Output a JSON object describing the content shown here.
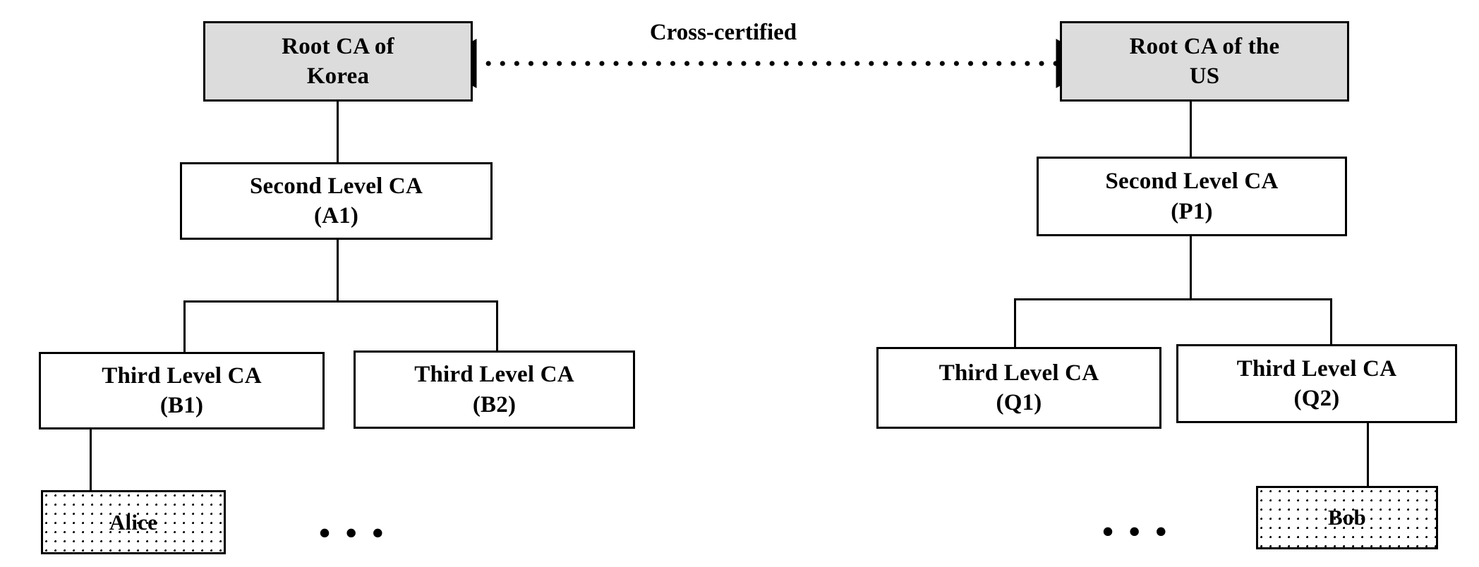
{
  "diagram": {
    "type": "hierarchy-tree",
    "title": "PKI cross-certification between two national root CA hierarchies",
    "colors": {
      "root_fill": "#dcdcdc",
      "node_fill": "#ffffff",
      "entity_fill_pattern": "stipple-dots",
      "stroke": "#000000",
      "background": "#ffffff"
    },
    "nodes": {
      "root_korea": {
        "line1": "Root CA of",
        "line2": "Korea"
      },
      "root_us": {
        "line1": "Root CA of the",
        "line2": "US"
      },
      "second_a1": {
        "line1": "Second Level CA",
        "line2": "(A1)"
      },
      "second_p1": {
        "line1": "Second Level CA",
        "line2": "(P1)"
      },
      "third_b1": {
        "line1": "Third Level CA",
        "line2": "(B1)"
      },
      "third_b2": {
        "line1": "Third Level CA",
        "line2": "(B2)"
      },
      "third_q1": {
        "line1": "Third Level CA",
        "line2": "(Q1)"
      },
      "third_q2": {
        "line1": "Third Level CA",
        "line2": "(Q2)"
      },
      "entity_alice": {
        "line1": "Alice",
        "line2": ""
      },
      "entity_bob": {
        "line1": "Bob",
        "line2": ""
      }
    },
    "edges": {
      "cross_certified_label": "Cross-certified",
      "cross_certified_style": "dotted-double-arrow"
    },
    "ellipsis": {
      "left": "• • •",
      "right": "• • •"
    }
  }
}
